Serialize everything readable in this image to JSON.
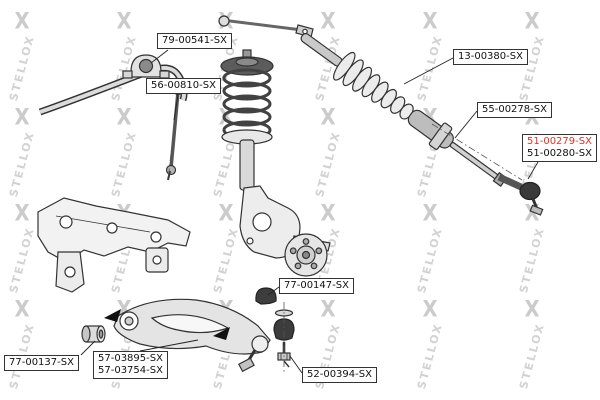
{
  "brand": "STELLOX",
  "watermark": {
    "text": "STELLOX",
    "logo": "X"
  },
  "colors": {
    "highlight_red": "#e03323",
    "line": "#333333",
    "watermark": "#d2d2d2"
  },
  "labels": {
    "stabilizer_bushing": "79-00541-SX",
    "stabilizer_link": "56-00810-SX",
    "steering_rack": "13-00380-SX",
    "axial_rod": "55-00278-SX",
    "tie_rod_end_highlight": "51-00279-SX",
    "tie_rod_end": "51-00280-SX",
    "ball_joint_boot": "77-00147-SX",
    "arm_bushing": "77-00137-SX",
    "control_arm_a": "57-03895-SX",
    "control_arm_b": "57-03754-SX",
    "ball_joint": "52-00394-SX"
  }
}
